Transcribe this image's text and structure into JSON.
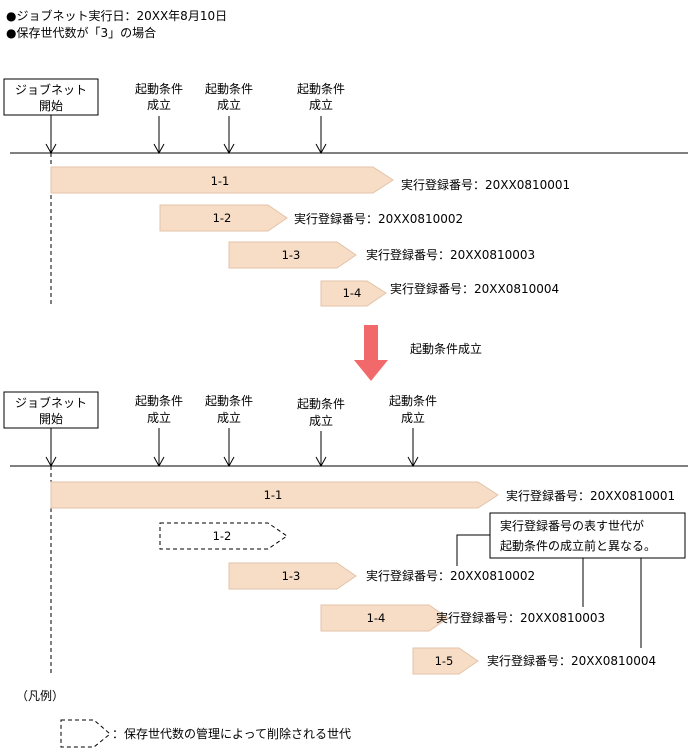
{
  "header": {
    "line1": "●ジョブネット実行日：20XX年8月10日",
    "line2": "●保存世代数が「3」の場合"
  },
  "colors": {
    "bar_fill": "#f7ddc6",
    "bar_stroke": "#e3c3a8",
    "arrow_down": "#f2696b"
  },
  "top": {
    "start_label_1": "ジョブネット",
    "start_label_2": "開始",
    "triggers": [
      {
        "l1": "起動条件",
        "l2": "成立"
      },
      {
        "l1": "起動条件",
        "l2": "成立"
      },
      {
        "l1": "起動条件",
        "l2": "成立"
      }
    ],
    "bars": [
      {
        "label": "1-1",
        "reg": "実行登録番号：20XX0810001"
      },
      {
        "label": "1-2",
        "reg": "実行登録番号：20XX0810002"
      },
      {
        "label": "1-3",
        "reg": "実行登録番号：20XX0810003"
      },
      {
        "label": "1-4",
        "reg": "実行登録番号：20XX0810004"
      }
    ]
  },
  "transition_label": "起動条件成立",
  "bottom": {
    "start_label_1": "ジョブネット",
    "start_label_2": "開始",
    "triggers": [
      {
        "l1": "起動条件",
        "l2": "成立"
      },
      {
        "l1": "起動条件",
        "l2": "成立"
      },
      {
        "l1": "起動条件",
        "l2": "成立"
      },
      {
        "l1": "起動条件",
        "l2": "成立"
      }
    ],
    "bars": [
      {
        "label": "1-1",
        "reg": "実行登録番号：20XX0810001"
      },
      {
        "label": "1-2",
        "reg": ""
      },
      {
        "label": "1-3",
        "reg": "実行登録番号：20XX0810002"
      },
      {
        "label": "1-4",
        "reg": "実行登録番号：20XX0810003"
      },
      {
        "label": "1-5",
        "reg": "実行登録番号：20XX0810004"
      }
    ],
    "callout_1": "実行登録番号の表す世代が",
    "callout_2": "起動条件の成立前と異なる。"
  },
  "legend": {
    "title": "（凡例）",
    "item": "：保存世代数の管理によって削除される世代"
  }
}
